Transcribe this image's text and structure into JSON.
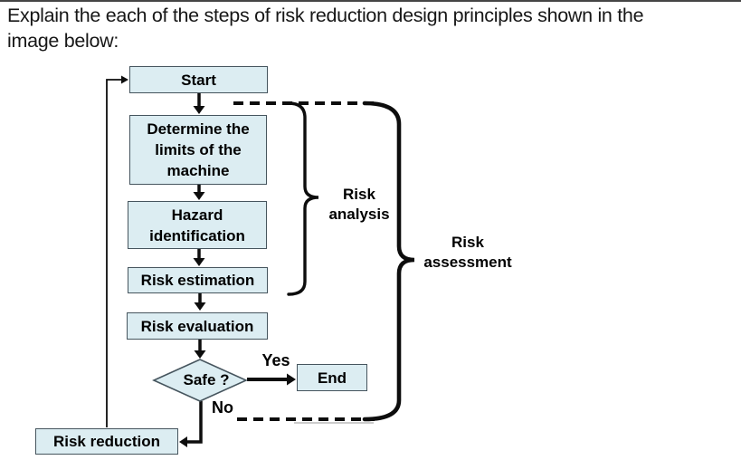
{
  "title": {
    "line1": "Explain the each of the steps of risk reduction  design principles shown in the",
    "line2": "image below:"
  },
  "flowchart": {
    "nodes": {
      "start": "Start",
      "limits": "Determine the limits of the machine",
      "hazard": "Hazard identification",
      "estimation": "Risk estimation",
      "evaluation": "Risk evaluation",
      "decision": "Safe ?",
      "end": "End",
      "reduction": "Risk reduction"
    },
    "edge_labels": {
      "yes": "Yes",
      "no": "No"
    },
    "group_labels": {
      "analysis": "Risk analysis",
      "assessment": "Risk assessment"
    }
  },
  "colors": {
    "node_fill": "#dcedf2",
    "node_border": "#46555e",
    "line": "#0d0d0d",
    "text": "#000000"
  }
}
